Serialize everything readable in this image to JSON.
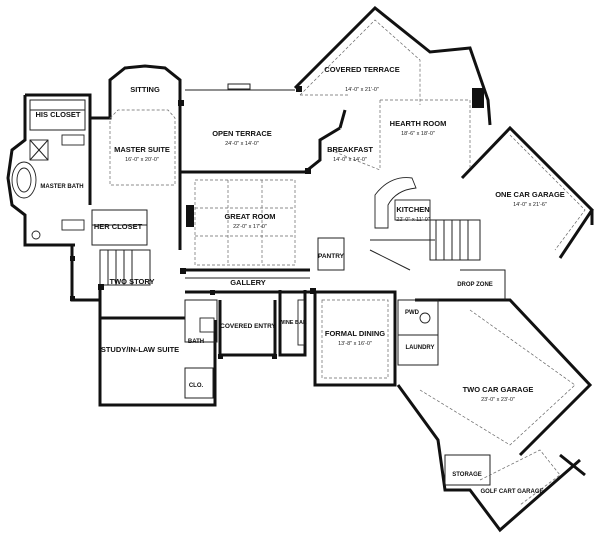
{
  "rooms": {
    "sitting": {
      "name": "SITTING"
    },
    "his_closet": {
      "name": "HIS CLOSET"
    },
    "master_suite": {
      "name": "MASTER SUITE",
      "size": "16'-0\" x 20'-0\""
    },
    "master_bath": {
      "name": "MASTER BATH"
    },
    "her_closet": {
      "name": "HER CLOSET"
    },
    "open_terrace": {
      "name": "OPEN TERRACE",
      "size": "24'-0\" x 14'-0\""
    },
    "covered_terrace": {
      "name": "COVERED TERRACE",
      "size": "14'-0\" x 21'-0\""
    },
    "hearth_room": {
      "name": "HEARTH ROOM",
      "size": "18'-6\" x 18'-0\""
    },
    "breakfast": {
      "name": "BREAKFAST",
      "size": "14'-0\" x 14'-0\""
    },
    "great_room": {
      "name": "GREAT ROOM",
      "size": "22'-0\" x 17'-0\""
    },
    "kitchen": {
      "name": "KITCHEN",
      "size": "22'-0\" x 11'-0\""
    },
    "pantry": {
      "name": "PANTRY"
    },
    "one_car_garage": {
      "name": "ONE CAR GARAGE",
      "size": "14'-0\" x 21'-6\""
    },
    "two_story": {
      "name": "TWO STORY"
    },
    "gallery": {
      "name": "GALLERY"
    },
    "drop_zone": {
      "name": "DROP ZONE"
    },
    "covered_entry": {
      "name": "COVERED ENTRY"
    },
    "wine_bar": {
      "name": "WINE BAR"
    },
    "formal_dining": {
      "name": "FORMAL DINING",
      "size": "13'-8\" x 16'-0\""
    },
    "pwd": {
      "name": "PWD"
    },
    "laundry": {
      "name": "LAUNDRY"
    },
    "bath": {
      "name": "BATH"
    },
    "study": {
      "name": "STUDY/IN-LAW SUITE"
    },
    "clo": {
      "name": "CLO."
    },
    "two_car_garage": {
      "name": "TWO CAR GARAGE",
      "size": "23'-0\" x 23'-0\""
    },
    "storage": {
      "name": "STORAGE"
    },
    "golf_cart_garage": {
      "name": "GOLF CART GARAGE"
    }
  }
}
